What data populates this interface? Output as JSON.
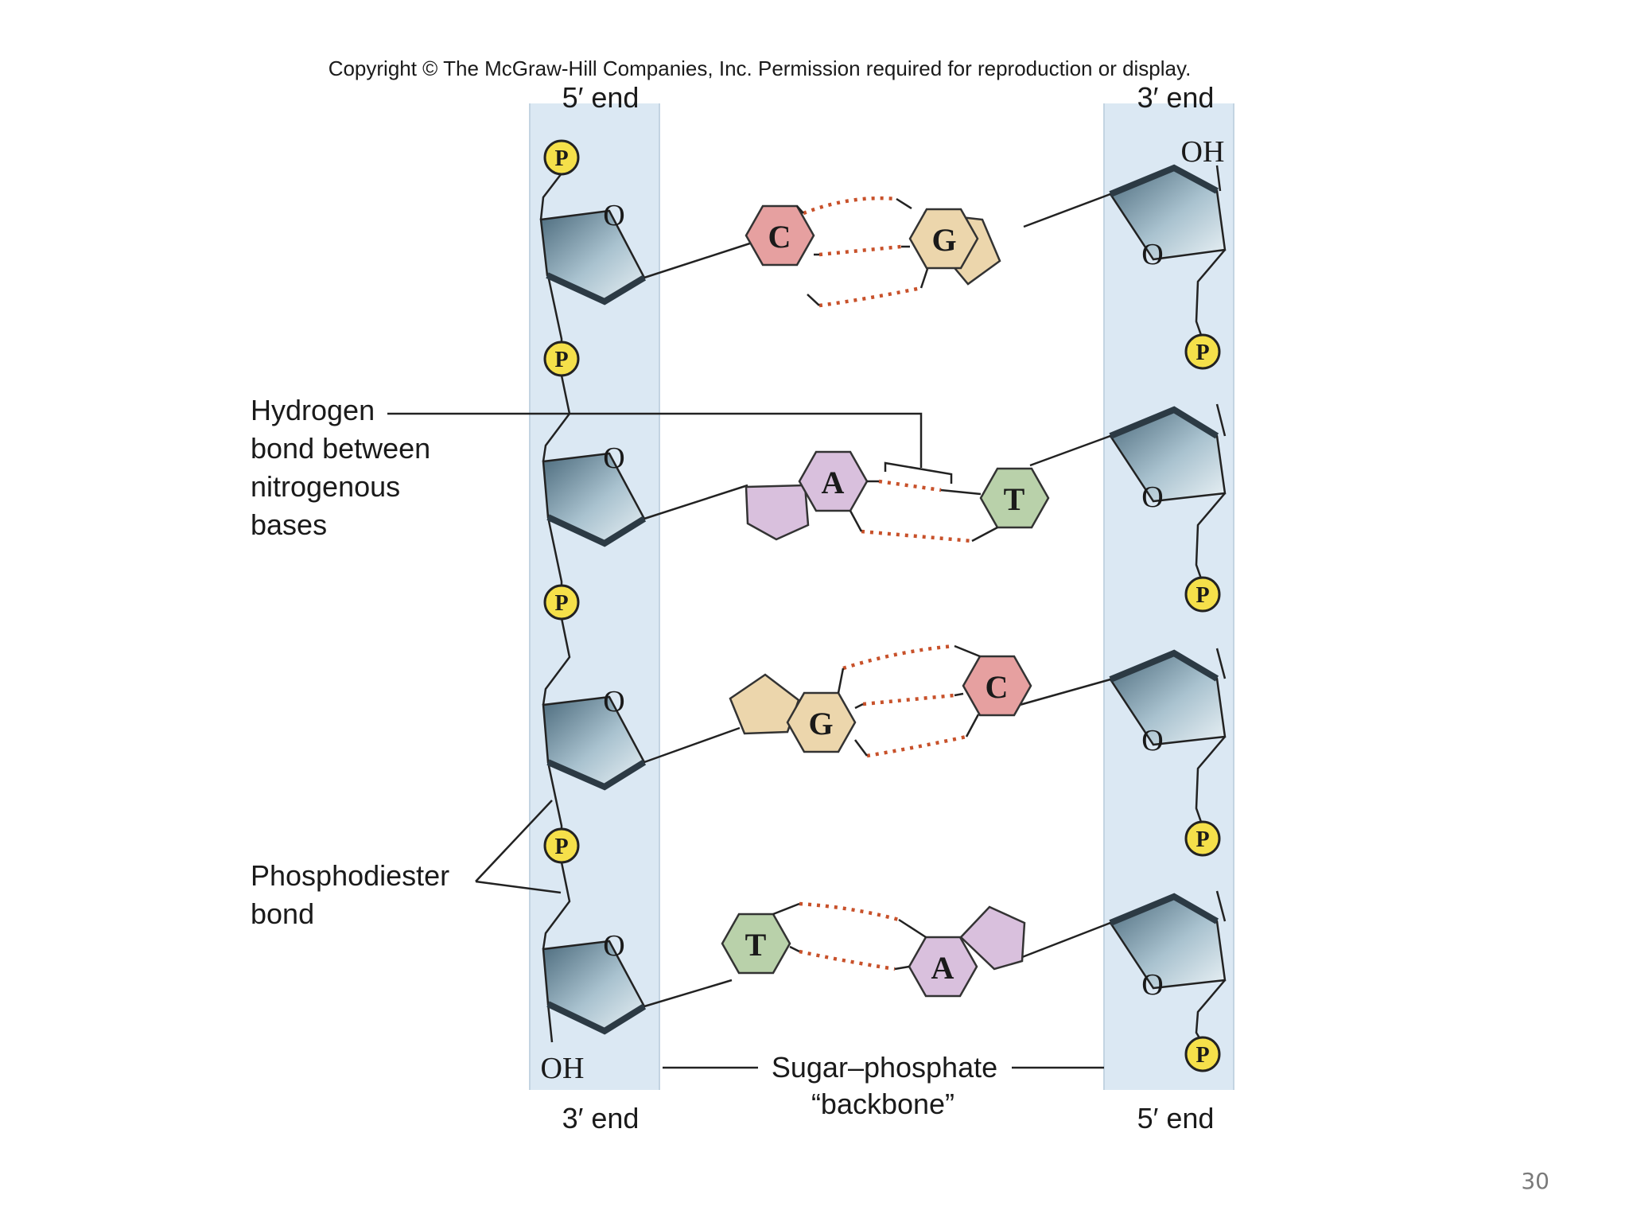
{
  "copyright": "Copyright © The McGraw-Hill Companies, Inc. Permission required for reproduction or display.",
  "strands": {
    "left": {
      "top_end": "5′ end",
      "bottom_end": "3′ end",
      "terminal_group": "OH"
    },
    "right": {
      "top_end": "3′ end",
      "bottom_end": "5′ end",
      "terminal_group": "OH"
    }
  },
  "ring_oxygen": "O",
  "phosphate": "P",
  "base_pairs": [
    {
      "left": "C",
      "right": "G"
    },
    {
      "left": "A",
      "right": "T"
    },
    {
      "left": "G",
      "right": "C"
    },
    {
      "left": "T",
      "right": "A"
    }
  ],
  "callouts": {
    "hydrogen_bond": [
      "Hydrogen",
      "bond between",
      "nitrogenous",
      "bases"
    ],
    "phosphodiester": [
      "Phosphodiester",
      "bond"
    ],
    "backbone": [
      "Sugar–phosphate",
      "“backbone”"
    ]
  },
  "colors": {
    "backbone_band": "#dbe8f3",
    "sugar": "#6d8a9a",
    "phosphate": "#f5e04a",
    "base_C": "#e6a0a0",
    "base_G": "#ecd6ac",
    "base_A": "#d9c0dd",
    "base_T": "#b9d1aa",
    "hbond": "#c8512a"
  },
  "slide_number": "30"
}
